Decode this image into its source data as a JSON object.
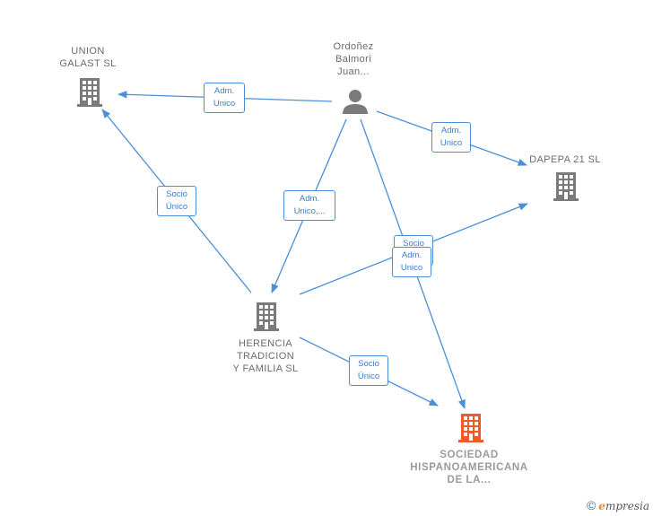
{
  "nodes": {
    "person": {
      "label": "Ordoñez\nBalmori\nJuan..."
    },
    "union_galast": {
      "label": "UNION\nGALAST  SL"
    },
    "dapepa": {
      "label": "DAPEPA 21  SL"
    },
    "herencia": {
      "label": "HERENCIA\nTRADICION\nY FAMILIA  SL"
    },
    "sociedad": {
      "label": "SOCIEDAD\nHISPANOAMERICANA\nDE LA..."
    }
  },
  "edges": {
    "person_union": "Adm.\nUnico",
    "person_dapepa": "Adm.\nUnico",
    "person_herencia": "Adm.\nUnico,...",
    "herencia_union": "Socio\nÚnico",
    "herencia_dapepa": "Socio\nÚnico",
    "person_sociedad": "Adm.\nUnico",
    "herencia_sociedad": "Socio\nÚnico"
  },
  "colors": {
    "edge": "#4a8fd8",
    "building": "#7a7a7a",
    "building_target": "#f05a28",
    "person": "#7a7a7a"
  },
  "footer": {
    "copyright": "©",
    "brand_e": "e",
    "brand_rest": "mpresia"
  }
}
